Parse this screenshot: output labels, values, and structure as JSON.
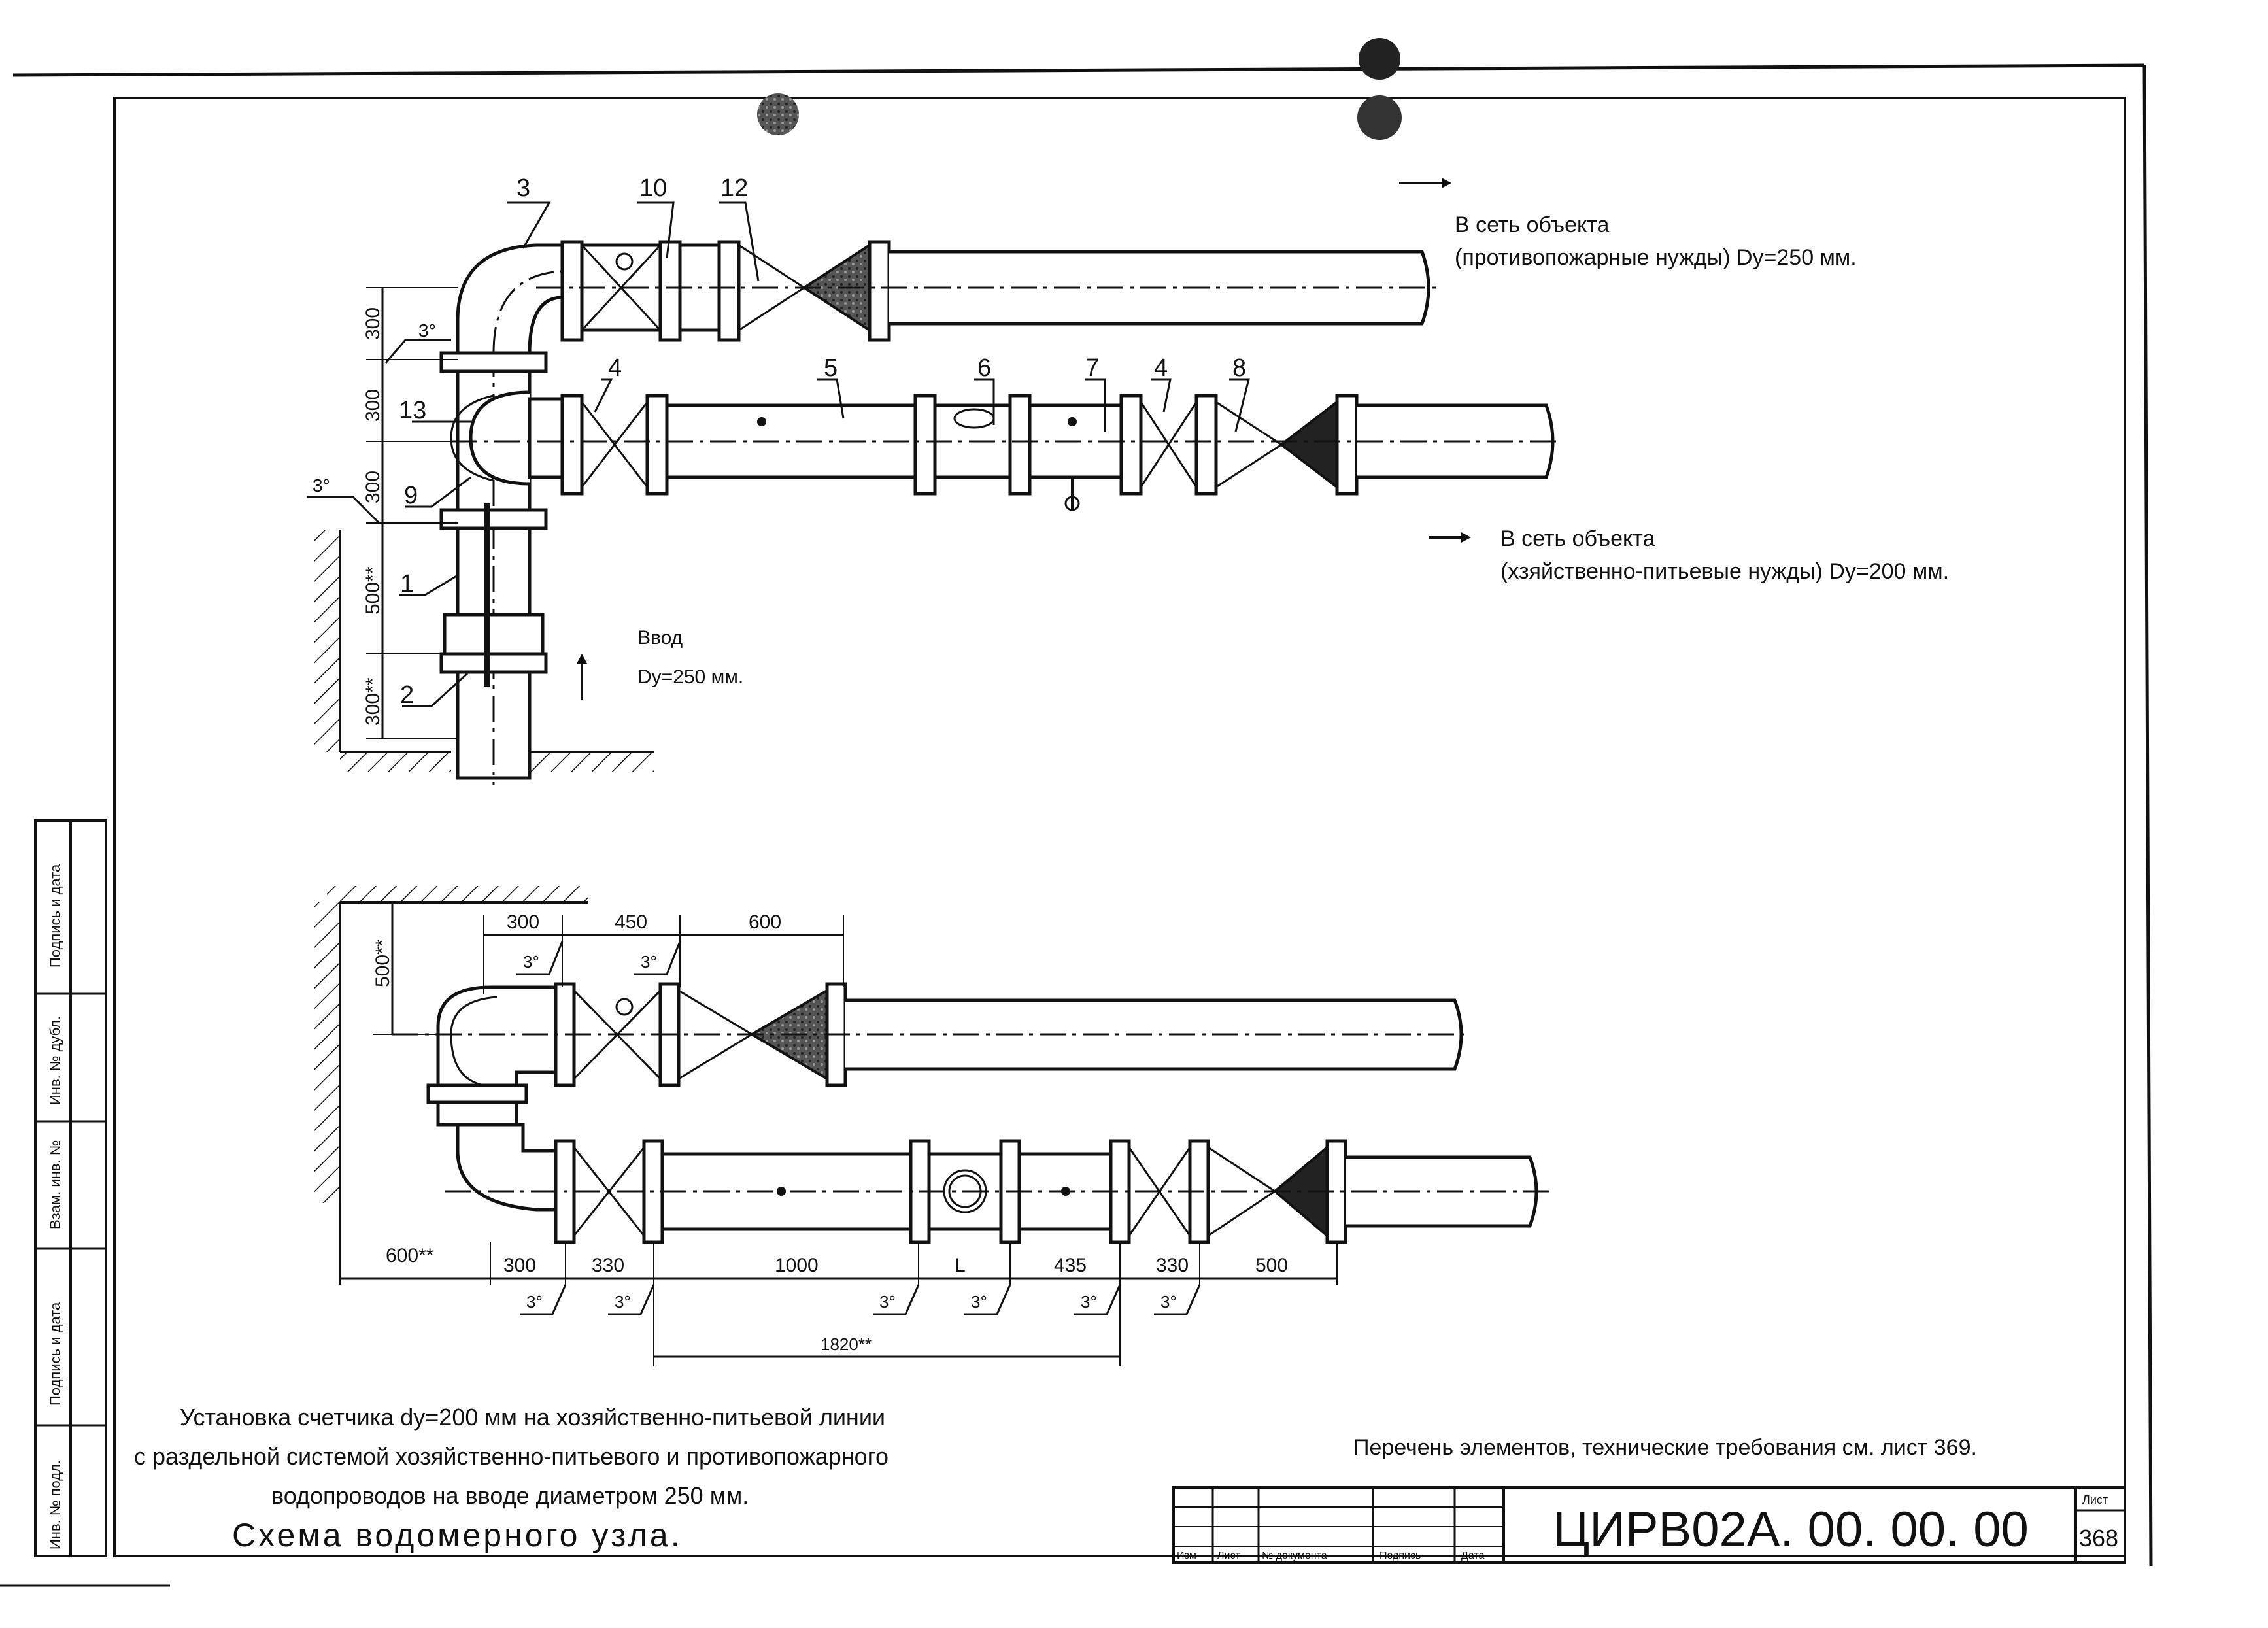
{
  "labels": {
    "upper_outlet_line1": "В сеть объекта",
    "upper_outlet_line2": "(противопожарные нужды) Dy=250 мм.",
    "lower_outlet_line1": "В сеть объекта",
    "lower_outlet_line2": "(хзяйственно-питьевые нужды) Dy=200 мм.",
    "inlet_line1": "Ввод",
    "inlet_line2": "Dy=250 мм."
  },
  "positions": [
    "3",
    "10",
    "12",
    "4",
    "5",
    "6",
    "7",
    "4",
    "8",
    "13",
    "9",
    "1",
    "2"
  ],
  "dims_top": {
    "v300a": "300",
    "v300b": "300",
    "v300c": "300",
    "v500": "500**",
    "v300d": "300**",
    "angle": "3°"
  },
  "dims_plan": {
    "top": [
      "300",
      "450",
      "600"
    ],
    "left": "500**",
    "bottom": [
      "600**",
      "300",
      "330",
      "1000",
      "L",
      "435",
      "330",
      "500"
    ],
    "overall": "1820**",
    "angle": "3°"
  },
  "caption": {
    "line1": "Установка счетчика dy=200 мм  на хозяйственно-питьевой линии",
    "line2": "с раздельной  системой хозяйственно-питьевого и противопожарного",
    "line3": "водопроводов на вводе диаметром 250 мм.",
    "title": "Схема водомерного узла."
  },
  "note": "Перечень элементов, технические требования см. лист 369.",
  "title_block": {
    "code": "ЦИРВ02А. 00. 00. 00",
    "sheet_label": "Лист",
    "sheet_number": "368",
    "col_izm": "Изм",
    "col_list": "Лист",
    "col_doc": "№ документа",
    "col_sign": "Подпись",
    "col_date": "Дата"
  },
  "side_stamp": {
    "s1": "Подпись и дата",
    "s2": "Инв. № дубл.",
    "s3": "Взам. инв. №",
    "s4": "Подпись и дата",
    "s5": "Инв. № подл."
  }
}
